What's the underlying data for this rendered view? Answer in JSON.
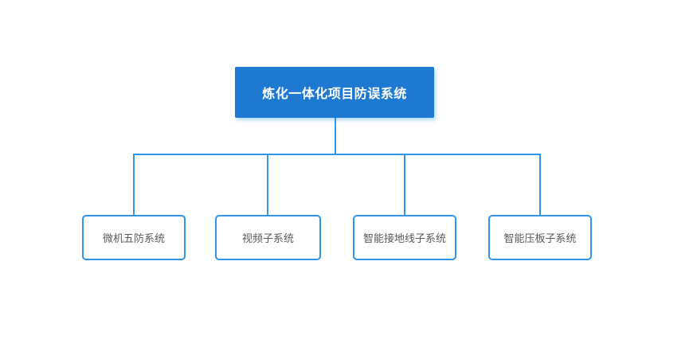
{
  "diagram": {
    "root": {
      "label": "炼化一体化项目防误系统"
    },
    "children": [
      {
        "label": "微机五防系统"
      },
      {
        "label": "视频子系统"
      },
      {
        "label": "智能接地线子系统"
      },
      {
        "label": "智能压板子系统"
      }
    ],
    "colors": {
      "root_fill": "#1E79D3",
      "root_text": "#FFFFFF",
      "node_border": "#2E95E8",
      "connector": "#2E95E8",
      "node_text": "#595959",
      "background": "#FFFFFF"
    }
  }
}
